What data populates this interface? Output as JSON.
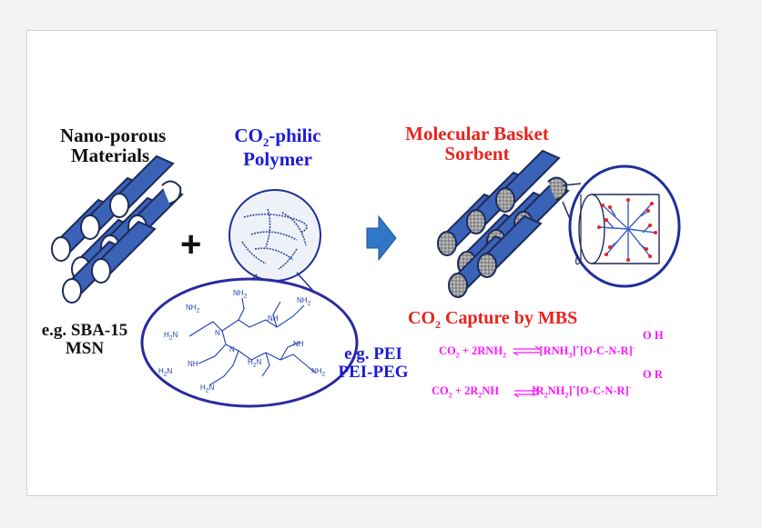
{
  "colors": {
    "tube_blue": "#3a63b8",
    "tube_stroke": "#1d2a5a",
    "label_blue": "#1b1bd6",
    "label_red": "#e8231d",
    "formula_magenta": "#ff14ff",
    "arrow_blue": "#2f78c8"
  },
  "nano": {
    "line1": "Nano-porous",
    "line2": "Materials",
    "example_line1": "e.g. SBA-15",
    "example_line2": "MSN"
  },
  "polymer": {
    "co": "CO",
    "sub": "2",
    "rest": "-philic",
    "line2": "Polymer",
    "example_line1": "e.g. PEI",
    "example_line2": "PEI-PEG"
  },
  "plus": "+",
  "mbs": {
    "line1": "Molecular Basket",
    "line2": "Sorbent"
  },
  "capture": {
    "co": "CO",
    "sub": "2",
    "rest": " Capture by MBS"
  },
  "eq1": {
    "oh": "O H",
    "lhs_a": "CO",
    "lhs_b": " + 2RNH",
    "rhs_a": "[RNH",
    "rhs_b": "]",
    "rhs_c": "[O-",
    "c": "C",
    "rhs_d": "-",
    "n": "N",
    "rhs_e": "-R]",
    "s2": "2",
    "s3": "3",
    "plus": "+",
    "minus": "-"
  },
  "eq2": {
    "or": "O R",
    "lhs_a": "CO",
    "lhs_b": " + 2R",
    "lhs_c": "NH",
    "rhs_a": "[R",
    "rhs_b": "NH",
    "rhs_c": "]",
    "rhs_d": "[O-",
    "c": "C",
    "rhs_e": "-",
    "n": "N",
    "rhs_f": "-R]",
    "s2": "2",
    "plus": "+",
    "minus": "-"
  },
  "pei_labels": {
    "nh2": "NH",
    "h2n": "H",
    "n": "N",
    "nh": "NH",
    "two": "2"
  }
}
